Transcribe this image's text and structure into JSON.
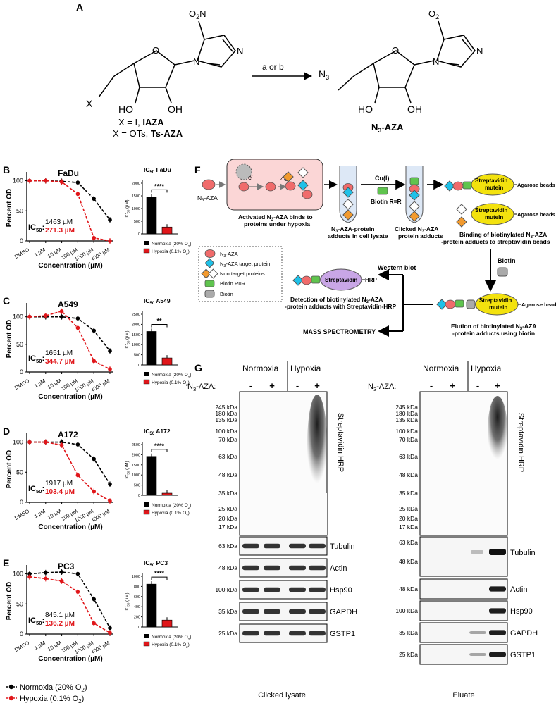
{
  "panelA": {
    "letter": "A",
    "no2": "O",
    "no2_sub": "2",
    "ring_O": "O",
    "ring_N1": "N",
    "ring_N2": "N",
    "x_label": "X",
    "ho": "HO",
    "oh": "OH",
    "x_iaza_pre": "X = I, ",
    "x_iaza_bold": "IAZA",
    "x_ts_pre": "X = OTs, ",
    "x_ts_bold": "Ts-AZA",
    "arrow_label": "a or b",
    "n3": "N",
    "n3_sub": "3",
    "product_name": "N",
    "product_sub": "3",
    "product_suffix": "-AZA"
  },
  "cellLines": [
    {
      "letter": "B",
      "name": "FaDu",
      "ic50_norm": "1463 µM",
      "ic50_hyp": "271.3 µM",
      "bar_title": "IC",
      "bar_title_sub": "50",
      "bar_title_suffix": " FaDu",
      "bar_yticks": [
        "0",
        "500",
        "1000",
        "1500",
        "2000"
      ],
      "bar_ymax": 2000,
      "bar_values": [
        1463,
        271
      ],
      "sig": "****"
    },
    {
      "letter": "C",
      "name": "A549",
      "ic50_norm": "1651 µM",
      "ic50_hyp": "344.7 µM",
      "bar_title": "IC",
      "bar_title_sub": "50",
      "bar_title_suffix": " A549",
      "bar_yticks": [
        "0",
        "500",
        "1000",
        "1500",
        "2000",
        "2500"
      ],
      "bar_ymax": 2500,
      "bar_values": [
        1651,
        345
      ],
      "sig": "**"
    },
    {
      "letter": "D",
      "name": "A172",
      "ic50_norm": "1917 µM",
      "ic50_hyp": "103.4 µM",
      "bar_title": "IC",
      "bar_title_sub": "50",
      "bar_title_suffix": " A172",
      "bar_yticks": [
        "0",
        "500",
        "1000",
        "1500",
        "2000",
        "2500"
      ],
      "bar_ymax": 2500,
      "bar_values": [
        1917,
        103
      ],
      "sig": "****"
    },
    {
      "letter": "E",
      "name": "PC3",
      "ic50_norm": "845.1 µM",
      "ic50_hyp": "136.2 µM",
      "bar_title": "IC",
      "bar_title_sub": "50",
      "bar_title_suffix": " PC3",
      "bar_yticks": [
        "0",
        "200",
        "400",
        "600",
        "800",
        "1000"
      ],
      "bar_ymax": 1000,
      "bar_values": [
        845,
        136
      ],
      "sig": "****"
    }
  ],
  "doseAxis": {
    "ylabel": "Percent OD",
    "xlabel": "Concentration (µM)",
    "yticks": [
      "0",
      "50",
      "100"
    ],
    "xticks": [
      "DMSO",
      "1 µM",
      "10 µM",
      "100 µM",
      "1000 µM",
      "4000 µM"
    ],
    "ic50_prefix": "IC",
    "ic50_sub": "50",
    "ic50_colon": ":"
  },
  "barLegend": {
    "normoxia": "Normoxia (20% O",
    "normoxia_end": ")",
    "hypoxia": "Hypoxia (0.1% O",
    "hypoxia_end": ")",
    "sub": "2",
    "ylabel": "IC",
    "ylabel_sub": "50",
    "ylabel_unit": " (µM)"
  },
  "legend": {
    "normoxia": "Normoxia (20% O",
    "hypoxia": "Hypoxia (0.1% O",
    "sub": "2",
    "close": ")"
  },
  "chart_data": [
    {
      "type": "line",
      "title": "FaDu",
      "xlabel": "Concentration (µM)",
      "ylabel": "Percent OD",
      "x": [
        "DMSO",
        "1 µM",
        "10 µM",
        "100 µM",
        "1000 µM",
        "4000 µM"
      ],
      "ylim": [
        0,
        110
      ],
      "series": [
        {
          "name": "Normoxia (20% O2)",
          "values": [
            100,
            100,
            99,
            97,
            70,
            35
          ]
        },
        {
          "name": "Hypoxia (0.1% O2)",
          "values": [
            100,
            100,
            98,
            78,
            5,
            0
          ]
        }
      ]
    },
    {
      "type": "line",
      "title": "A549",
      "xlabel": "Concentration (µM)",
      "ylabel": "Percent OD",
      "x": [
        "DMSO",
        "1 µM",
        "10 µM",
        "100 µM",
        "1000 µM",
        "4000 µM"
      ],
      "ylim": [
        0,
        120
      ],
      "series": [
        {
          "name": "Normoxia (20% O2)",
          "values": [
            100,
            100,
            100,
            97,
            75,
            38
          ]
        },
        {
          "name": "Hypoxia (0.1% O2)",
          "values": [
            100,
            102,
            110,
            80,
            20,
            5
          ]
        }
      ]
    },
    {
      "type": "line",
      "title": "A172",
      "xlabel": "Concentration (µM)",
      "ylabel": "Percent OD",
      "x": [
        "DMSO",
        "1 µM",
        "10 µM",
        "100 µM",
        "1000 µM",
        "4000 µM"
      ],
      "ylim": [
        0,
        110
      ],
      "series": [
        {
          "name": "Normoxia (20% O2)",
          "values": [
            100,
            100,
            100,
            96,
            72,
            30
          ]
        },
        {
          "name": "Hypoxia (0.1% O2)",
          "values": [
            100,
            100,
            95,
            45,
            18,
            2
          ]
        }
      ]
    },
    {
      "type": "line",
      "title": "PC3",
      "xlabel": "Concentration (µM)",
      "ylabel": "Percent OD",
      "x": [
        "DMSO",
        "1 µM",
        "10 µM",
        "100 µM",
        "1000 µM",
        "4000 µM"
      ],
      "ylim": [
        0,
        110
      ],
      "series": [
        {
          "name": "Normoxia (20% O2)",
          "values": [
            100,
            102,
            103,
            100,
            58,
            10
          ]
        },
        {
          "name": "Hypoxia (0.1% O2)",
          "values": [
            95,
            92,
            88,
            70,
            18,
            2
          ]
        }
      ]
    },
    {
      "type": "bar",
      "title": "IC50 FaDu",
      "ylabel": "IC50 (µM)",
      "categories": [
        "Normoxia (20% O2)",
        "Hypoxia (0.1% O2)"
      ],
      "values": [
        1463,
        271.3
      ],
      "ylim": [
        0,
        2000
      ]
    },
    {
      "type": "bar",
      "title": "IC50 A549",
      "ylabel": "IC50 (µM)",
      "categories": [
        "Normoxia (20% O2)",
        "Hypoxia (0.1% O2)"
      ],
      "values": [
        1651,
        344.7
      ],
      "ylim": [
        0,
        2500
      ]
    },
    {
      "type": "bar",
      "title": "IC50 A172",
      "ylabel": "IC50 (µM)",
      "categories": [
        "Normoxia (20% O2)",
        "Hypoxia (0.1% O2)"
      ],
      "values": [
        1917,
        103.4
      ],
      "ylim": [
        0,
        2500
      ]
    },
    {
      "type": "bar",
      "title": "IC50 PC3",
      "ylabel": "IC50 (µM)",
      "categories": [
        "Normoxia (20% O2)",
        "Hypoxia (0.1% O2)"
      ],
      "values": [
        845.1,
        136.2
      ],
      "ylim": [
        0,
        1000
      ]
    }
  ],
  "panelF": {
    "letter": "F",
    "n3aza_left": "N",
    "n3aza_sub": "3",
    "n3aza_suffix": "-AZA",
    "e_minus": "e",
    "four_e": "4e",
    "minus": "-",
    "activated_line1": "Activated N",
    "activated_sub": "3",
    "activated_line1_end": "-AZA binds to",
    "activated_line2": "proteins under hypoxia",
    "cu": "Cu(I)",
    "biotin_label": "Biotin R≡R",
    "adducts_l1": "N",
    "adducts_sub": "3",
    "adducts_l1_end": "-AZA-protein",
    "adducts_l2": "adducts in cell lysate",
    "clicked_l1": "Clicked N",
    "clicked_sub": "3",
    "clicked_l1_end": "-AZA",
    "clicked_l2": "protein adducts",
    "streptavidin": "Streptavidin",
    "mutein": "mutein",
    "agarose": "Agarose beads",
    "binding_l1": "Binding of biotinylated N",
    "binding_sub": "3",
    "binding_l1_end": "-AZA",
    "binding_l2": "-protein adducts to streptavidin beads",
    "biotin": "Biotin",
    "elution_l1": "Elution of biotinylated N",
    "elution_sub": "3",
    "elution_l1_end": "-AZA",
    "elution_l2": "-protein adducts using biotin",
    "western": "Western blot",
    "detection_l1": "Detection of biotinylated N",
    "detection_sub": "3",
    "detection_l1_end": "-AZA",
    "detection_l2": "-protein adducts with Streptavidin-HRP",
    "strep_hrp_label": "Streptavidin",
    "hrp": "HRP",
    "mass_spec": "MASS SPECTROMETRY",
    "legend_items": [
      {
        "label": "N",
        "sub": "3",
        "end": "-AZA"
      },
      {
        "label": "N",
        "sub": "3",
        "end": "-AZA target protein"
      },
      {
        "label": "Non target proteins",
        "sub": "",
        "end": ""
      },
      {
        "label": "Biotin R≡R",
        "sub": "",
        "end": ""
      },
      {
        "label": "Biotin",
        "sub": "",
        "end": ""
      }
    ]
  },
  "panelG": {
    "letter": "G",
    "normoxia": "Normoxia",
    "hypoxia": "Hypoxia",
    "n3aza_row": "N",
    "n3aza_row_sub": "3",
    "n3aza_row_end": "-AZA:",
    "signs": [
      "-",
      "+",
      "-",
      "+"
    ],
    "mw_markers": [
      "245 kDa",
      "180 kDa",
      "135 kDa",
      "100 kDa",
      "70 kDa",
      "63 kDa",
      "48 kDa",
      "35 kDa",
      "25 kDa",
      "20 kDa",
      "17 kDa"
    ],
    "strep_label": "Streptavidin HRP",
    "blots_left": [
      {
        "mw": "63 kDa",
        "name": "Tubulin"
      },
      {
        "mw": "48 kDa",
        "name": "Actin"
      },
      {
        "mw": "100 kDa",
        "name": "Hsp90"
      },
      {
        "mw": "35 kDa",
        "name": "GAPDH"
      },
      {
        "mw": "25 kDa",
        "name": "GSTP1"
      }
    ],
    "blots_right_tubulin_mw": [
      "63 kDa",
      "48 kDa"
    ],
    "blots_right": [
      {
        "mw": "48 kDa",
        "name": "Actin"
      },
      {
        "mw": "100 kDa",
        "name": "Hsp90"
      },
      {
        "mw": "35 kDa",
        "name": "GAPDH"
      },
      {
        "mw": "25 kDa",
        "name": "GSTP1"
      }
    ],
    "tubulin": "Tubulin",
    "left_caption": "Clicked lysate",
    "right_caption": "Eluate"
  },
  "colors": {
    "normoxia": "#000000",
    "hypoxia": "#e0161a",
    "cell_box": "#fbd6d6",
    "protein_red": "#f06b6b",
    "target_cyan": "#1fc1e8",
    "nontarget_orange": "#f29a2e",
    "biotin_green": "#5fc44e",
    "strep_yellow": "#f3e20e",
    "strep_purple": "#c9a6e6"
  }
}
